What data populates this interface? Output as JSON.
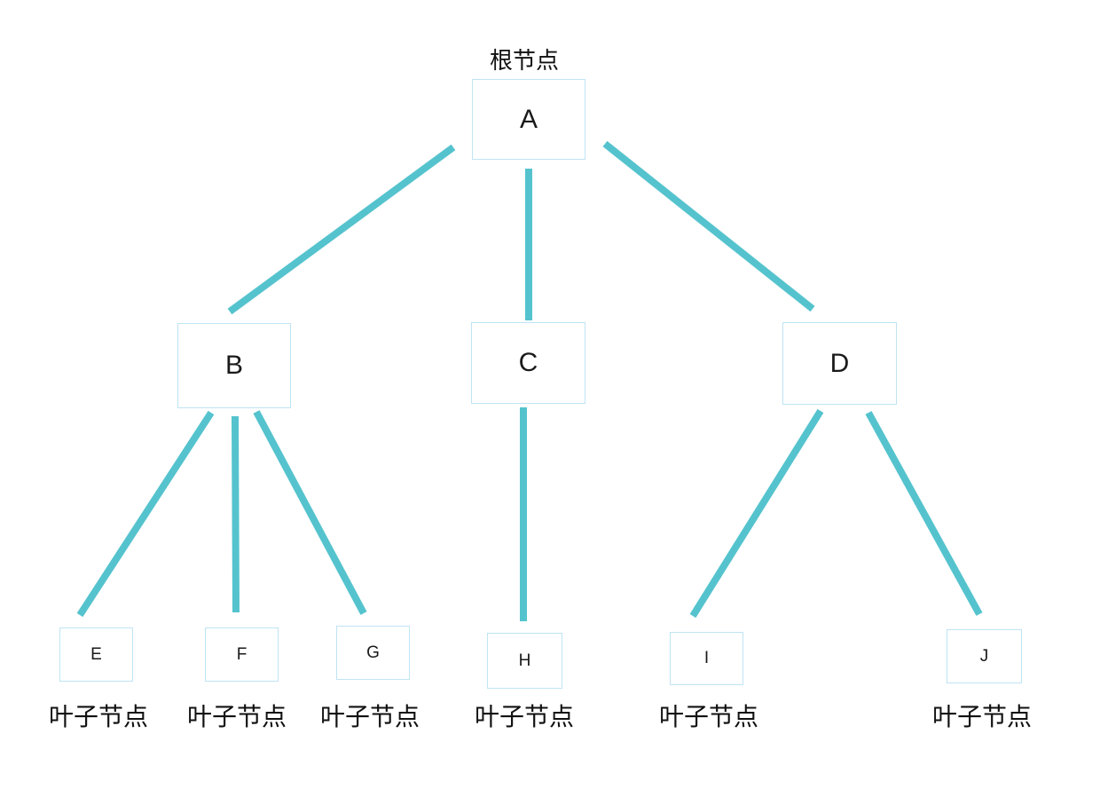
{
  "diagram": {
    "type": "tree",
    "root_annotation": "根节点",
    "leaf_annotation": "叶子节点",
    "nodes": {
      "A": "A",
      "B": "B",
      "C": "C",
      "D": "D",
      "E": "E",
      "F": "F",
      "G": "G",
      "H": "H",
      "I": "I",
      "J": "J"
    },
    "edges": [
      "A-B",
      "A-C",
      "A-D",
      "B-E",
      "B-F",
      "B-G",
      "C-H",
      "D-I",
      "D-J"
    ],
    "colors": {
      "edge": "#55c3cd",
      "node_border": "#bfe4f4",
      "text": "#1a1a1a",
      "background": "#ffffff"
    }
  }
}
